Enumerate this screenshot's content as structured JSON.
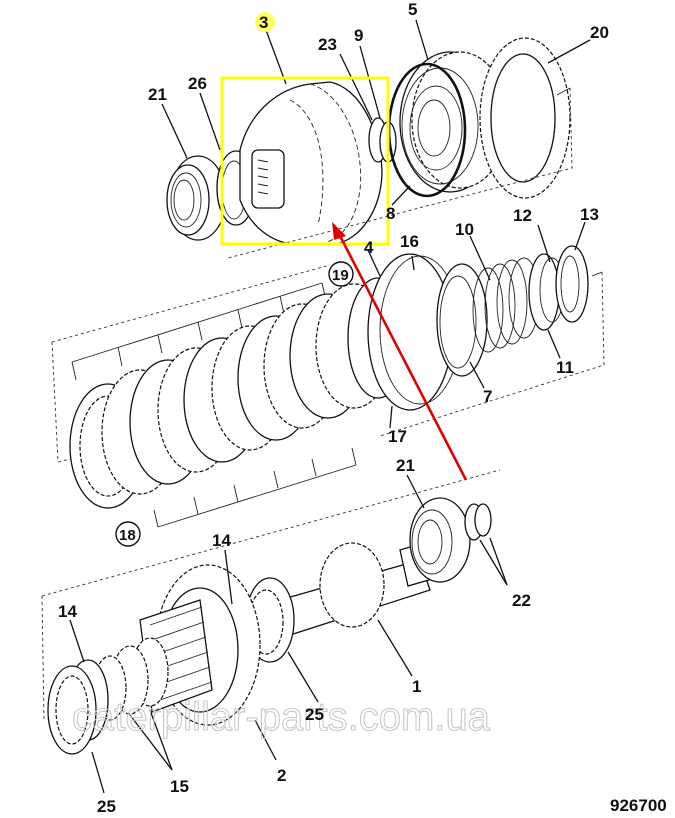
{
  "diagram": {
    "title": "Exploded parts view",
    "figure_number": "926700",
    "watermark": "caterpillar-parts.com.ua",
    "highlight": {
      "part": "3",
      "box_color": "#ffff00",
      "marker_color": "#ffff66",
      "arrow_color": "#e00000"
    },
    "callouts": [
      {
        "id": "c3",
        "text": "3"
      },
      {
        "id": "c5",
        "text": "5"
      },
      {
        "id": "c20",
        "text": "20"
      },
      {
        "id": "c21a",
        "text": "21"
      },
      {
        "id": "c26",
        "text": "26"
      },
      {
        "id": "c23",
        "text": "23"
      },
      {
        "id": "c9",
        "text": "9"
      },
      {
        "id": "c8",
        "text": "8"
      },
      {
        "id": "c4",
        "text": "4"
      },
      {
        "id": "c16",
        "text": "16"
      },
      {
        "id": "c10",
        "text": "10"
      },
      {
        "id": "c12",
        "text": "12"
      },
      {
        "id": "c13",
        "text": "13"
      },
      {
        "id": "c11",
        "text": "11"
      },
      {
        "id": "c7",
        "text": "7"
      },
      {
        "id": "c17",
        "text": "17"
      },
      {
        "id": "c19",
        "text": "19"
      },
      {
        "id": "c18",
        "text": "18"
      },
      {
        "id": "c21b",
        "text": "21"
      },
      {
        "id": "c22",
        "text": "22"
      },
      {
        "id": "c14a",
        "text": "14"
      },
      {
        "id": "c14b",
        "text": "14"
      },
      {
        "id": "c1",
        "text": "1"
      },
      {
        "id": "c25a",
        "text": "25"
      },
      {
        "id": "c2",
        "text": "2"
      },
      {
        "id": "c15",
        "text": "15"
      },
      {
        "id": "c25b",
        "text": "25"
      }
    ]
  }
}
